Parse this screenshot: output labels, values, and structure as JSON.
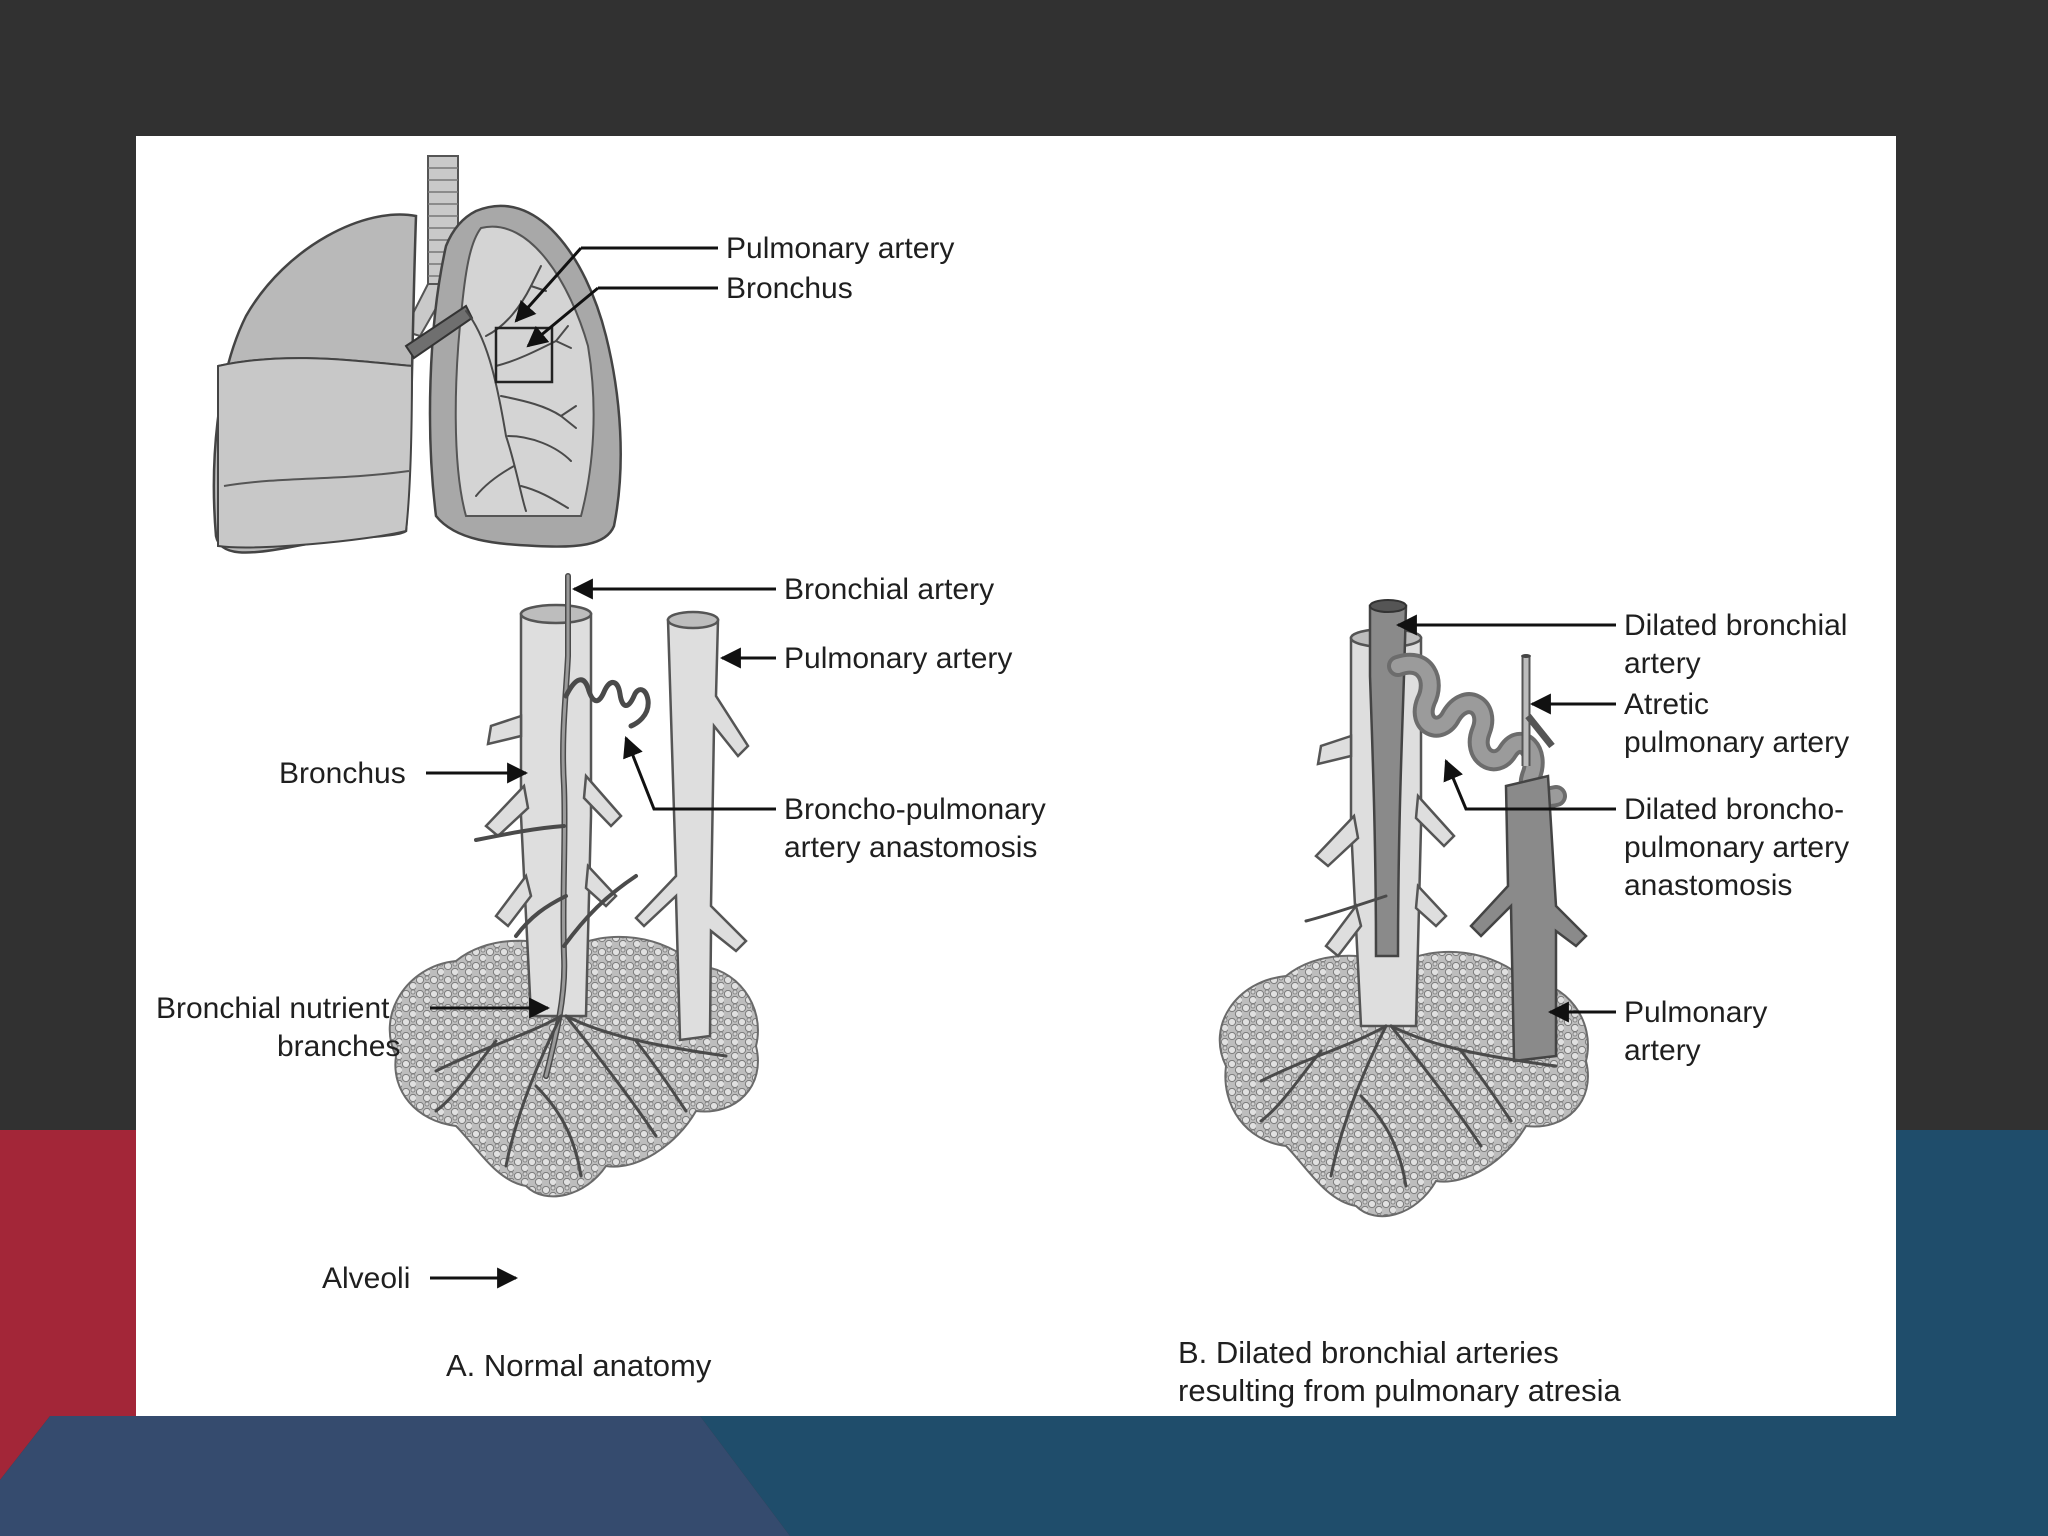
{
  "slide": {
    "colors": {
      "background": "#313131",
      "accent_red": "#a32638",
      "accent_blue": "#1f4d6b",
      "accent_slate": "#354b6e"
    }
  },
  "figure": {
    "overview_labels": {
      "pulmonary_artery": "Pulmonary artery",
      "bronchus": "Bronchus"
    },
    "panel_a": {
      "labels": {
        "bronchial_artery": "Bronchial artery",
        "pulmonary_artery": "Pulmonary artery",
        "bronchus": "Bronchus",
        "anastomosis_line1": "Broncho-pulmonary",
        "anastomosis_line2": "artery anastomosis",
        "nutrient_line1": "Bronchial nutrient",
        "nutrient_line2": "branches",
        "alveoli": "Alveoli"
      },
      "caption": "A. Normal anatomy"
    },
    "panel_b": {
      "labels": {
        "dilated_bronchial_line1": "Dilated bronchial",
        "dilated_bronchial_line2": "artery",
        "atretic_line1": "Atretic",
        "atretic_line2": "pulmonary artery",
        "dilated_anastomosis_line1": "Dilated broncho-",
        "dilated_anastomosis_line2": "pulmonary artery",
        "dilated_anastomosis_line3": "anastomosis",
        "pulmonary_line1": "Pulmonary",
        "pulmonary_line2": "artery"
      },
      "caption_line1": "B. Dilated bronchial arteries",
      "caption_line2": "resulting from pulmonary atresia"
    }
  }
}
